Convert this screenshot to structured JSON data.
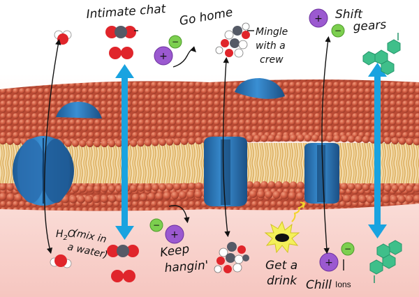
{
  "labels": {
    "intimate_chat": "Intimate chat",
    "go_home": "Go home",
    "mingle_1": "Mingle",
    "mingle_2": "with a",
    "mingle_3": "crew",
    "shift": "Shift",
    "gears": "gears",
    "h2o_formula": "H",
    "h2o_sub": "2",
    "h2o_o": "O",
    "mix_1": "(mix in",
    "mix_2": "a water)",
    "keep_1": "Keep",
    "keep_2": "hangin'",
    "get_1": "Get a",
    "get_2": "drink",
    "chill": "Chill",
    "ions": "Ions"
  },
  "ion_signs": {
    "plus": "+",
    "minus": "−"
  },
  "colors": {
    "membrane_head": "#c9503a",
    "membrane_head_highlight": "#e98a6e",
    "lipid_tail": "#e8c47a",
    "protein": "#2b74b8",
    "arrow_blue": "#19a3e0",
    "oxygen": "#e0252b",
    "carbon": "#555a66",
    "hydrogen": "#ffffff",
    "cation": "#9b59d0",
    "anion": "#7ccf4f",
    "steroid": "#3fbf8a",
    "background_bottom": "#f6c6c0"
  }
}
